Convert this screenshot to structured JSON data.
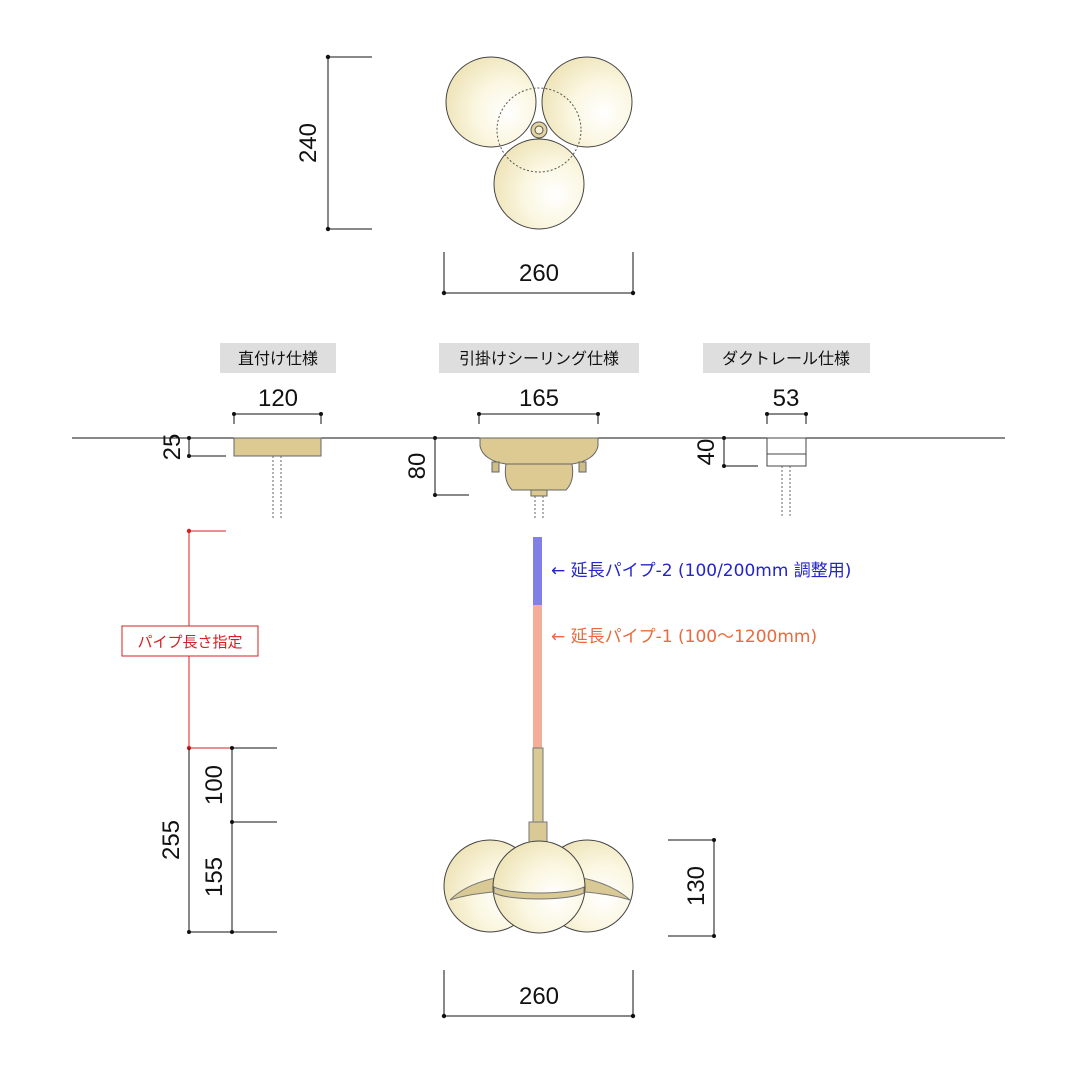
{
  "top_view": {
    "height_dim": "240",
    "width_dim": "260"
  },
  "specs": [
    {
      "name": "直付け仕様",
      "width_dim": "120",
      "height_dim": "25"
    },
    {
      "name": "引掛けシーリング仕様",
      "width_dim": "165",
      "height_dim": "80"
    },
    {
      "name": "ダクトレール仕様",
      "width_dim": "53",
      "height_dim": "40"
    }
  ],
  "pipes": {
    "pipe2_label": "← 延長パイプ-2 (100/200mm 調整用)",
    "pipe1_label": "← 延長パイプ-1 (100～1200mm)",
    "pipe_length_label": "パイプ長さ指定"
  },
  "side_view": {
    "total_dim": "255",
    "upper_dim": "100",
    "lower_dim": "155",
    "globe_height_dim": "130",
    "width_dim": "260"
  },
  "colors": {
    "brass": "#d9c994",
    "globe": "#f6f0cc",
    "pipe2": "#8080e6",
    "pipe1": "#f4ae97",
    "pipe2_text": "#2424c8",
    "pipe1_text": "#e96a3c",
    "red": "#d42020",
    "label_bg": "#dedede"
  }
}
